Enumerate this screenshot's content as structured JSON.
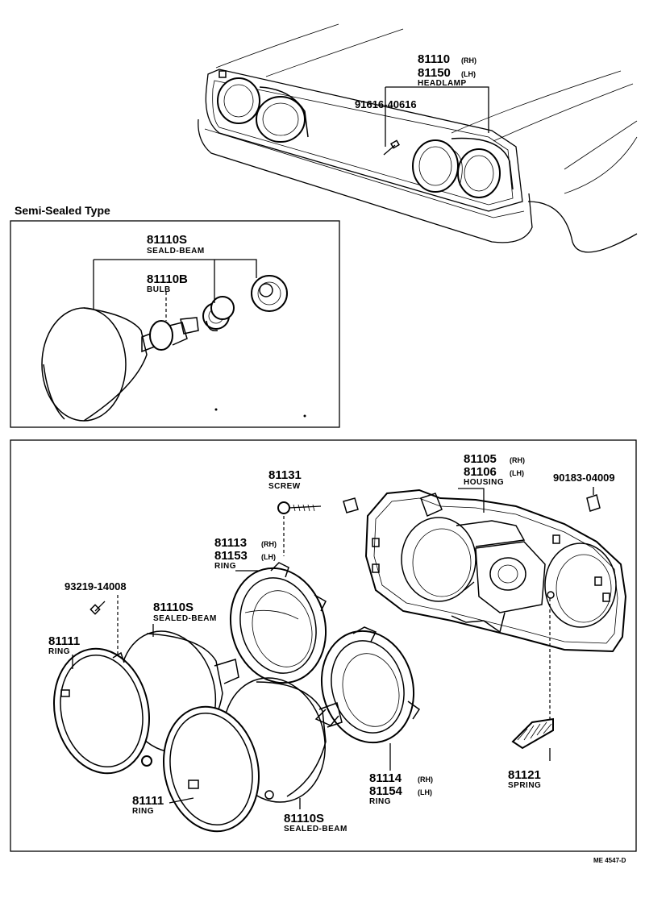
{
  "section_title": "Semi-Sealed Type",
  "reference_code": "ME 4547-D",
  "labels": {
    "headlamp_rh_no": "81110",
    "headlamp_rh_q": "(RH)",
    "headlamp_lh_no": "81150",
    "headlamp_lh_q": "(LH)",
    "headlamp_desc": "HEADLAMP",
    "bolt_top_no": "91616-40616",
    "semi_seal_no": "81110S",
    "semi_seal_desc": "SEALD-BEAM",
    "bulb_no": "81110B",
    "bulb_desc": "BULB",
    "screw_no": "81131",
    "screw_desc": "SCREW",
    "housing_rh_no": "81105",
    "housing_rh_q": "(RH)",
    "housing_lh_no": "81106",
    "housing_lh_q": "(LH)",
    "housing_desc": "HOUSING",
    "nut_no": "90183-04009",
    "ring_upper_rh_no": "81113",
    "ring_upper_rh_q": "(RH)",
    "ring_upper_lh_no": "81153",
    "ring_upper_lh_q": "(LH)",
    "ring_upper_desc": "RING",
    "screw_small_no": "93219-14008",
    "beam_left_no": "81110S",
    "beam_left_desc": "SEALED-BEAM",
    "ring_left_no": "81111",
    "ring_left_desc": "RING",
    "ring_lower_rh_no": "81114",
    "ring_lower_rh_q": "(RH)",
    "ring_lower_lh_no": "81154",
    "ring_lower_lh_q": "(LH)",
    "ring_lower_desc": "RING",
    "spring_no": "81121",
    "spring_desc": "SPRING",
    "ring_front_no": "81111",
    "ring_front_desc": "RING",
    "beam_front_no": "81110S",
    "beam_front_desc": "SEALED-BEAM"
  }
}
